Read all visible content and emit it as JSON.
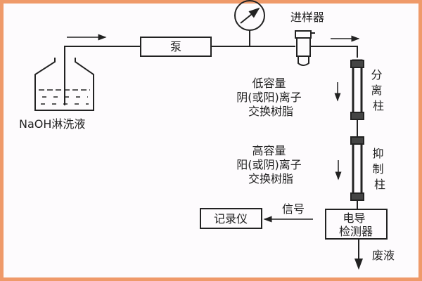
{
  "diagram": {
    "eluent_label": "NaOH淋洗液",
    "pump_label": "泵",
    "injector_label": "进样器",
    "separation_column_label": [
      "分",
      "离",
      "柱"
    ],
    "separation_resin_text": [
      "低容量",
      "阴(或阳)离子",
      "交换树脂"
    ],
    "suppressor_column_label": [
      "抑",
      "制",
      "柱"
    ],
    "suppressor_resin_text": [
      "高容量",
      "阳(或阴)离子",
      "交换树脂"
    ],
    "detector_label": [
      "电导",
      "检测器"
    ],
    "recorder_label": "记录仪",
    "signal_label": "信号",
    "waste_label": "废液"
  },
  "colors": {
    "border": "#ef9a6a",
    "line": "#222222"
  }
}
